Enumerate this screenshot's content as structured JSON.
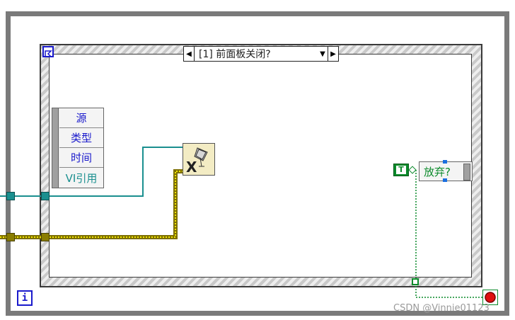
{
  "case_structure": {
    "selector_label": "[1] 前面板关闭?",
    "left_arrow": "◀",
    "dropdown_arrow": "▼",
    "right_arrow": "▶"
  },
  "event_data_node": {
    "items": [
      "源",
      "类型",
      "时间",
      "VI引用"
    ]
  },
  "close_reference_icon": "close-reference-icon",
  "true_constant": "T",
  "discard_terminal": "放弃?",
  "loop_iteration_terminal": "i",
  "stop_terminal": "stop-icon",
  "colors": {
    "loop_border": "#808080",
    "ref_wire": "#1a8f8f",
    "error_wire": "#b8a800",
    "bool_wire": "#0a8a2a",
    "bool_text": "#0a8a2a",
    "label_text": "#1a1acc"
  },
  "watermark": "CSDN @Vinnie01123"
}
